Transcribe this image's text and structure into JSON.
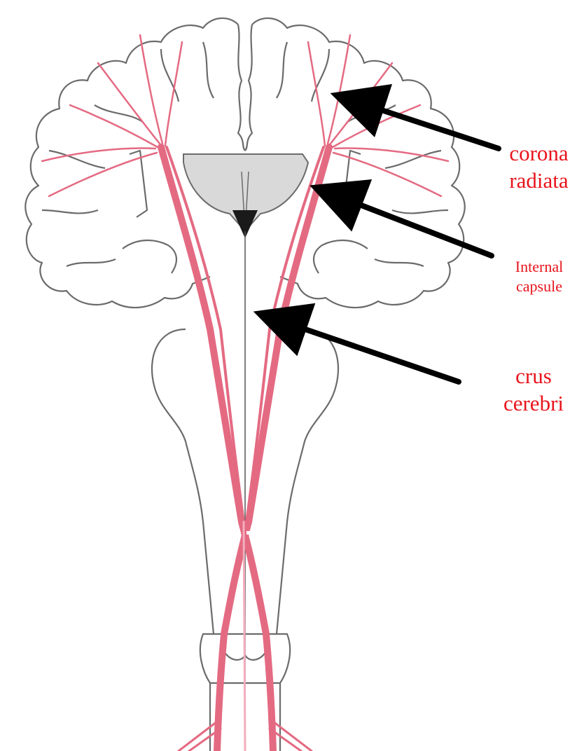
{
  "labels": {
    "corona_radiata": {
      "line1": "corona",
      "line2": "radiata"
    },
    "internal_capsule": {
      "line1": "Internal",
      "line2": "capsule"
    },
    "crus_cerebri": {
      "line1": "crus",
      "line2": "cerebri"
    }
  },
  "colors": {
    "label_text": "#e8141c",
    "tract": "#e46a82",
    "tract_light": "#f3aebd",
    "outline": "#6b6b6b",
    "arrow": "#000000",
    "thalamus_fill": "#d9d9d9",
    "background": "#ffffff"
  }
}
